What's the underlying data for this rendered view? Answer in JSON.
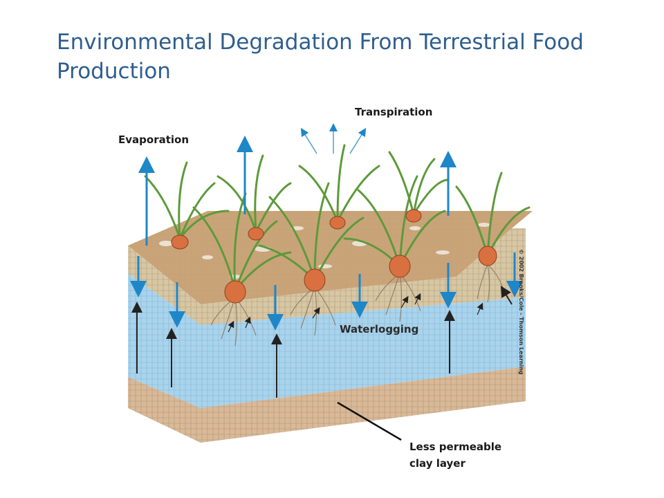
{
  "slide": {
    "title": "Environmental Degradation From Terrestrial Food Production"
  },
  "labels": {
    "evaporation": "Evaporation",
    "transpiration": "Transpiration",
    "waterlogging": "Waterlogging",
    "clay_layer": "Less permeable clay layer"
  },
  "credit": "© 2002 Brooks/Cole - Thomson Learning",
  "colors": {
    "title": "#2e5e8e",
    "soil_top": "#c9a479",
    "soil_side": "#d8c7a3",
    "water": "#a8d4ee",
    "clay": "#d9b997",
    "arrow_blue": "#1f86c8",
    "arrow_dark": "#222222",
    "plant_leaf": "#5c9a3a",
    "bulb": "#d9703f"
  }
}
